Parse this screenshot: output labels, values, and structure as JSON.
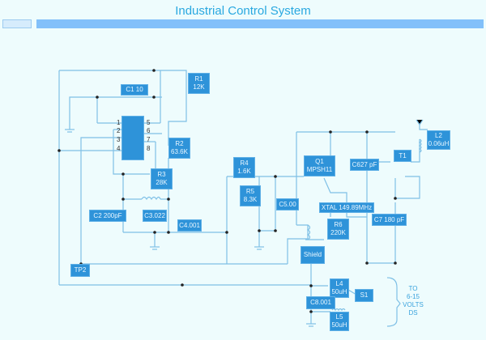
{
  "title": "Industrial Control System",
  "colors": {
    "wire": "#7fc0e6",
    "component": "#2e93d9",
    "title": "#29a8e0",
    "junction": "#222222",
    "background": "#eefcfd"
  },
  "components": {
    "c1": {
      "name": "C1 10"
    },
    "r1": {
      "name": "R1",
      "value": "12K"
    },
    "ic": {
      "pins_left": [
        "1",
        "2",
        "3",
        "4"
      ],
      "pins_right": [
        "5",
        "6",
        "7",
        "8"
      ]
    },
    "r2": {
      "name": "R2",
      "value": "63.6K"
    },
    "r3": {
      "name": "R3",
      "value": "28K"
    },
    "c2": {
      "name": "C2 200pF"
    },
    "c3": {
      "name": "C3.022"
    },
    "c4": {
      "name": "C4.001"
    },
    "tp2": {
      "name": "TP2"
    },
    "r4": {
      "name": "R4",
      "value": "1.6K"
    },
    "r5": {
      "name": "R5",
      "value": "8.3K"
    },
    "c5": {
      "name": "C5.00"
    },
    "q1": {
      "name": "Q1",
      "value": "MPSH11"
    },
    "xtal": {
      "name": "XTAL 149.89MHz"
    },
    "r6": {
      "name": "R6",
      "value": "220K"
    },
    "shield": {
      "name": "Shield"
    },
    "c6": {
      "name": "C627 pF"
    },
    "c7": {
      "name": "C7 180 pF"
    },
    "t1": {
      "name": "T1"
    },
    "l2": {
      "name": "L2",
      "value": "0.06uH"
    },
    "l4": {
      "name": "L4",
      "value": "50uH"
    },
    "c8": {
      "name": "C8.001"
    },
    "l5": {
      "name": "L5",
      "value": "50uH"
    },
    "s1": {
      "name": "S1"
    }
  },
  "note": {
    "lines": [
      "TO",
      "6-15",
      "VOLTS",
      "DS"
    ]
  }
}
